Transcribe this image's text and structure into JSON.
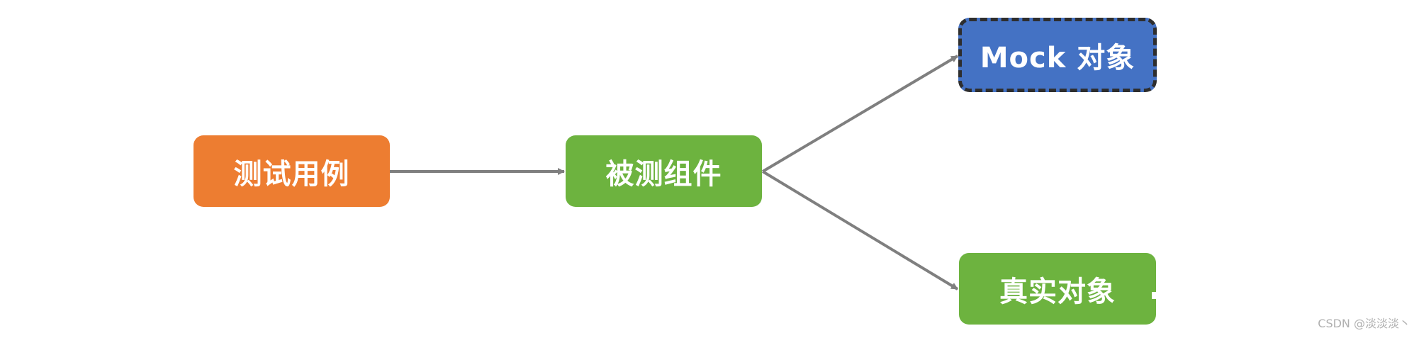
{
  "diagram": {
    "nodes": {
      "test_case": {
        "label": "测试用例",
        "color": "#ed7d31"
      },
      "component_under_test": {
        "label": "被测组件",
        "color": "#6db33f"
      },
      "mock_object": {
        "label": "Mock 对象",
        "color": "#4472c4",
        "border": "dashed"
      },
      "real_object": {
        "label": "真实对象",
        "color": "#6db33f"
      }
    },
    "edges": [
      {
        "from": "test_case",
        "to": "component_under_test"
      },
      {
        "from": "component_under_test",
        "to": "mock_object"
      },
      {
        "from": "component_under_test",
        "to": "real_object"
      }
    ],
    "edge_color": "#7f7f7f"
  },
  "watermark": "CSDN @淡淡淡丶"
}
